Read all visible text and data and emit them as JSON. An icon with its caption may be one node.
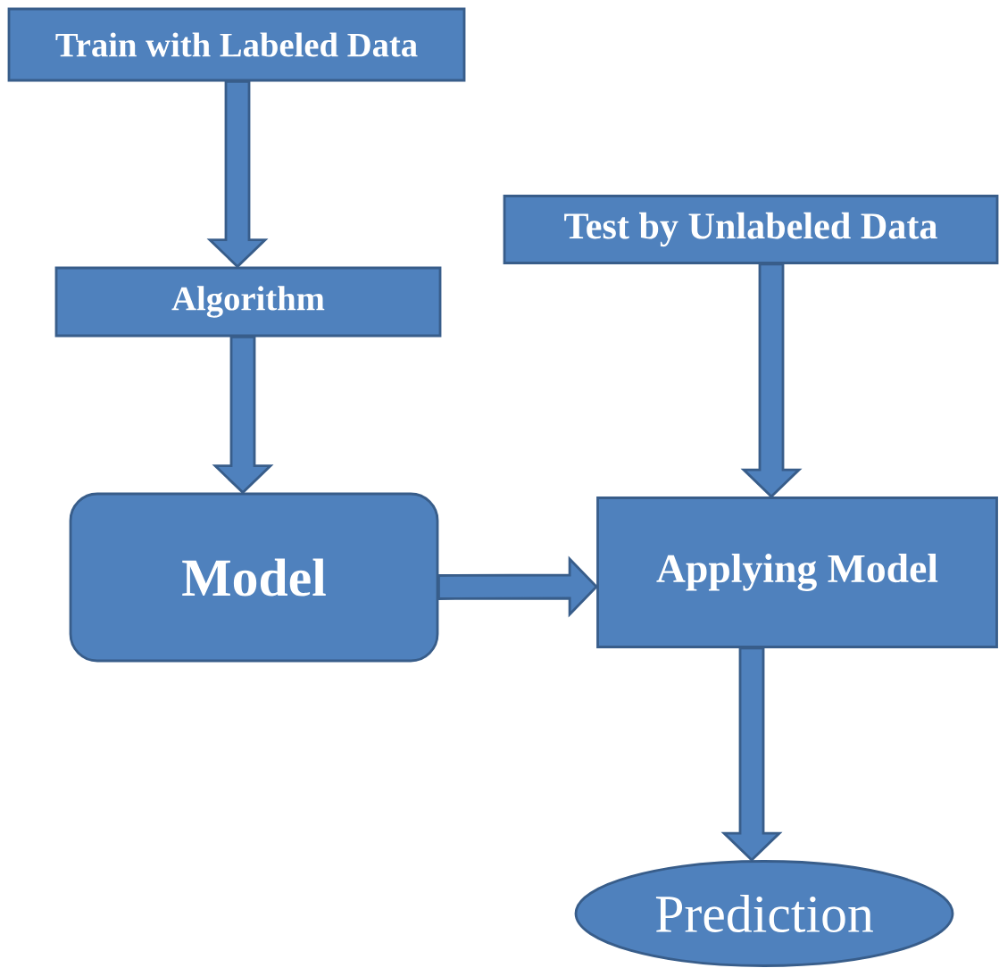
{
  "diagram": {
    "nodes": [
      {
        "text": [
          "Train with Labeled Data"
        ]
      },
      {
        "text": [
          "Algorithm"
        ]
      },
      {
        "text": [
          "Model"
        ]
      },
      {
        "text": [
          "Test by Unlabeled Data"
        ]
      },
      {
        "text": [
          "Applying Model"
        ]
      },
      {
        "text": [
          "Prediction"
        ]
      }
    ],
    "edges": [
      {
        "from": 0,
        "to": 1,
        "arrow": "to"
      },
      {
        "from": 1,
        "to": 2,
        "arrow": "to"
      },
      {
        "from": 2,
        "to": 4,
        "arrow": "to"
      },
      {
        "from": 3,
        "to": 4,
        "arrow": "to"
      },
      {
        "from": 4,
        "to": 5,
        "arrow": "to"
      }
    ]
  }
}
